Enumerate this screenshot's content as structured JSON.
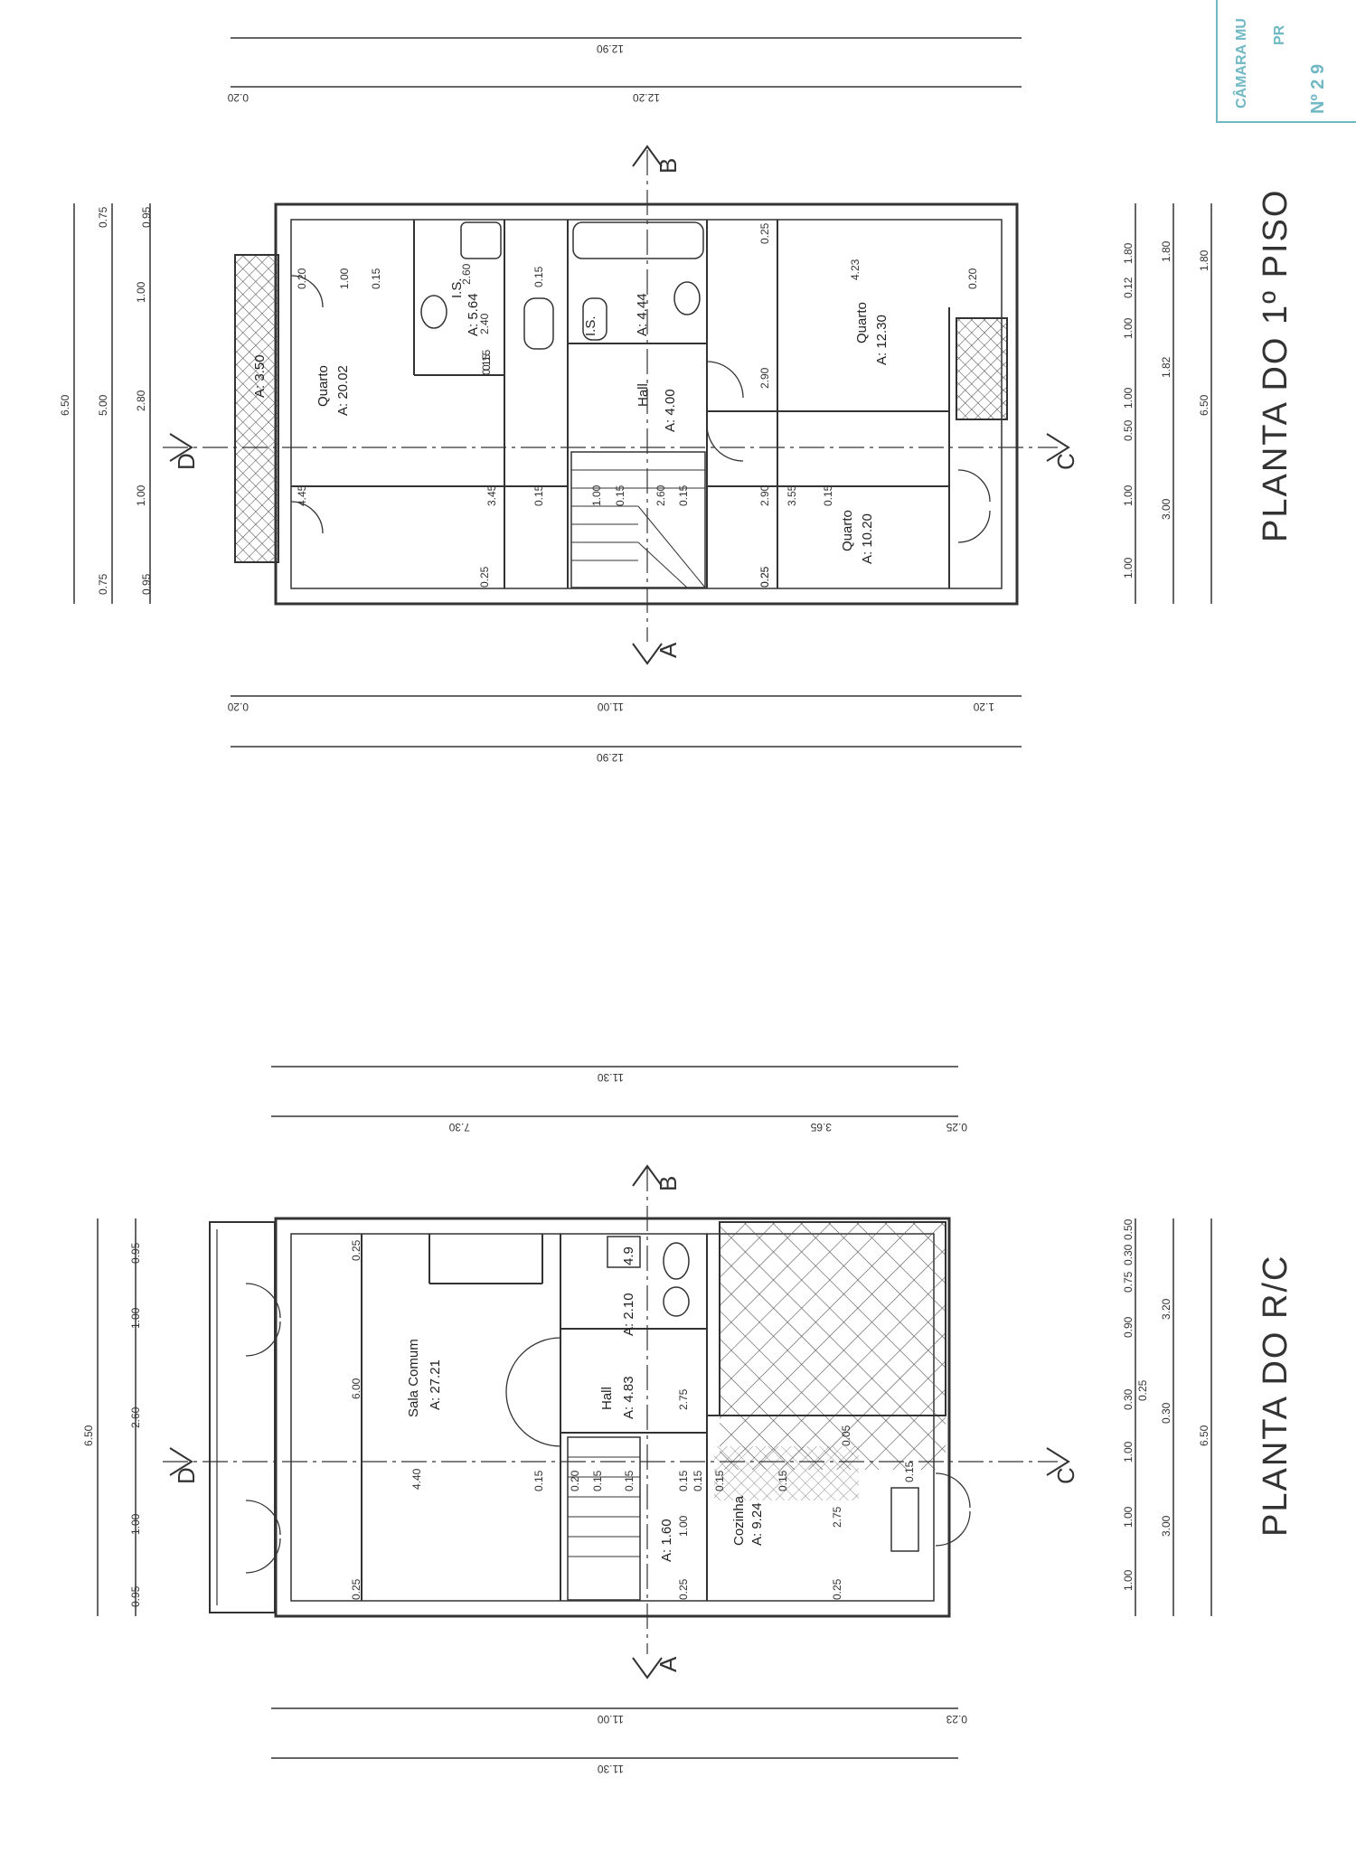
{
  "titles": {
    "upper": "PLANTA DO 1º PISO",
    "lower": "PLANTA DO R/C"
  },
  "stamp": {
    "line1": "CÂMARA MU",
    "line2": "PR",
    "line3": "Nº  2 9"
  },
  "section_markers": [
    "A",
    "B",
    "C",
    "D"
  ],
  "upper_plan": {
    "rooms": [
      {
        "name": "Quarto",
        "area": "A: 20.02"
      },
      {
        "name": "",
        "area": "A: 3.50"
      },
      {
        "name": "I.S.",
        "area": "A: 5.64"
      },
      {
        "name": "I.S.",
        "area": "A: 4.44"
      },
      {
        "name": "Hall",
        "area": "A: 4.00"
      },
      {
        "name": "Quarto",
        "area": "A: 12.30"
      },
      {
        "name": "Quarto",
        "area": "A: 10.20"
      }
    ],
    "dims_top": [
      "12.90",
      "0.20",
      "12.20"
    ],
    "dims_bottom": [
      "0.20",
      "11.00",
      "1.20",
      "12.90"
    ],
    "dims_left": [
      "6.50",
      "0.75",
      "0.95",
      "1.00",
      "5.00",
      "2.80",
      "1.00",
      "0.95",
      "0.75"
    ],
    "dims_right": [
      "1.80",
      "1.00",
      "1.00",
      "0.50",
      "1.00",
      "1.00",
      "0.12",
      "1.80",
      "3.00",
      "1.82",
      "1.80",
      "6.50"
    ],
    "dims_inner": [
      "0.20",
      "1.00",
      "0.15",
      "2.60",
      "0.15",
      "0.15",
      "4.23",
      "0.20",
      "2.40",
      "0.15",
      "4.45",
      "3.45",
      "0.15",
      "1.00",
      "0.15",
      "2.60",
      "0.15",
      "3.55",
      "0.15",
      "0.25",
      "0.25",
      "0.25",
      "2.90",
      "2.90",
      "0.25"
    ]
  },
  "lower_plan": {
    "rooms": [
      {
        "name": "Sala Comum",
        "area": "A: 27.21"
      },
      {
        "name": "",
        "area": "A: 2.10"
      },
      {
        "name": "",
        "area": "4.9"
      },
      {
        "name": "Hall",
        "area": "A: 4.83"
      },
      {
        "name": "",
        "area": "A: 1.60"
      },
      {
        "name": "Cozinha",
        "area": "A: 9.24"
      }
    ],
    "dims_top": [
      "11.30",
      "7.30",
      "3.65",
      "0.25"
    ],
    "dims_bottom": [
      "11.00",
      "0.23",
      "11.30"
    ],
    "dims_left": [
      "6.50",
      "0.95",
      "1.00",
      "2.60",
      "1.00",
      "0.95"
    ],
    "dims_right": [
      "0.50",
      "0.30",
      "0.75",
      "0.90",
      "0.30",
      "1.00",
      "1.00",
      "1.00",
      "3.20",
      "0.25",
      "0.30",
      "3.00",
      "6.50"
    ],
    "dims_inner": [
      "0.25",
      "6.00",
      "4.40",
      "0.25",
      "0.15",
      "0.20",
      "0.15",
      "0.15",
      "0.15",
      "2.75",
      "0.15",
      "1.00",
      "0.15",
      "0.15",
      "2.75",
      "0.25",
      "0.05",
      "0.15",
      "0.25"
    ]
  }
}
